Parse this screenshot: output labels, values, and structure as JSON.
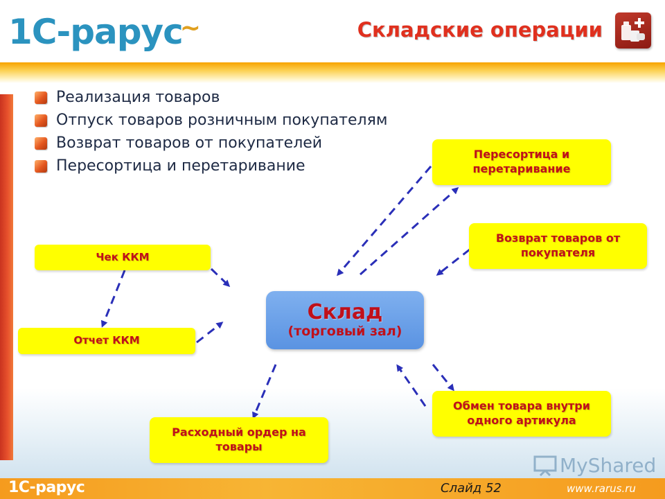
{
  "header": {
    "logo_text": "1С-рарус",
    "slide_title": "Складские операции",
    "title_icon": "warehouse-products-icon"
  },
  "bullets": [
    "Реализация товаров",
    "Отпуск товаров розничным покупателям",
    "Возврат товаров от покупателей",
    "Пересортица и перетаривание"
  ],
  "diagram": {
    "center_title": "Склад",
    "center_subtitle": "(торговый зал)",
    "nodes": {
      "regrade": "Пересортица и перетаривание",
      "return": "Возврат товаров от покупателя",
      "receipt": "Чек ККМ",
      "report": "Отчет ККМ",
      "exchange": "Обмен товара внутри одного артикула",
      "expense": "Расходный ордер на товары"
    }
  },
  "watermark": {
    "text": "MyShared"
  },
  "footer": {
    "logo_text": "1С-рарус",
    "slide_label": "Слайд 52",
    "url": "www.rarus.ru"
  },
  "colors": {
    "accent_red": "#c0101a",
    "node_yellow": "#ffff00",
    "center_blue": "#6aa0e8",
    "arrow_blue": "#2a2fb8",
    "band_orange": "#f7a300"
  }
}
